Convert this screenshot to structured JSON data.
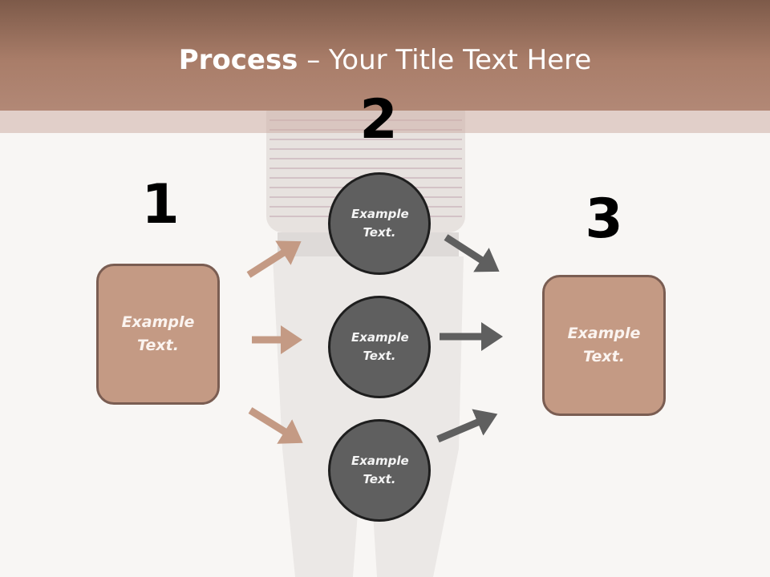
{
  "header": {
    "title_bold": "Process",
    "title_rest": " – Your Title Text Here"
  },
  "steps": {
    "step1_number": "1",
    "step2_number": "2",
    "step3_number": "3"
  },
  "nodes": {
    "left_box": "Example Text.",
    "right_box": "Example Text.",
    "circle_top": "Example Text.",
    "circle_middle": "Example Text.",
    "circle_bottom": "Example Text."
  },
  "colors": {
    "header_top": "#7d5a49",
    "header_bottom": "#b28876",
    "box_fill": "#c49a84",
    "box_border": "#7a5d52",
    "circle_fill": "#5f5f5f",
    "left_arrow": "#c49a84",
    "right_arrow": "#5f5f5f"
  }
}
